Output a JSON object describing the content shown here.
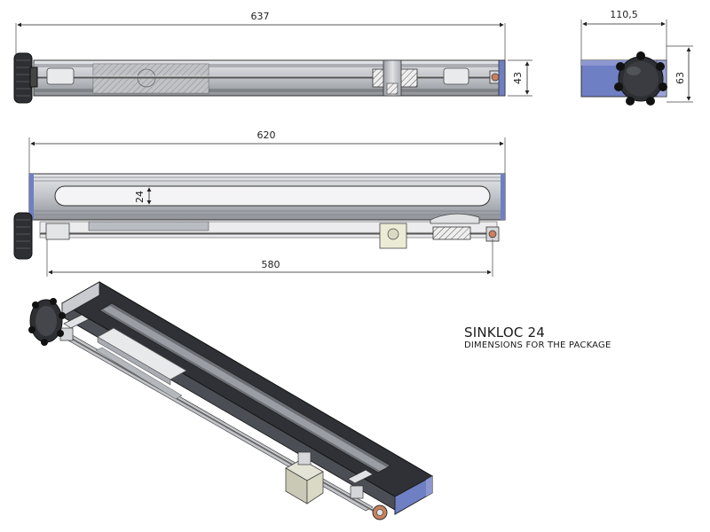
{
  "product": {
    "title": "SINKLOC 24",
    "subtitle": "DIMENSIONS FOR THE PACKAGE"
  },
  "dimensions": {
    "top_length": "637",
    "top_height": "43",
    "end_width": "110,5",
    "end_height": "63",
    "front_length": "620",
    "slot_width": "24",
    "rod_length": "580"
  },
  "colors": {
    "accent_blue": "#6f7fc4",
    "metal": "#b9bcc2",
    "dark": "#2d2f33"
  }
}
